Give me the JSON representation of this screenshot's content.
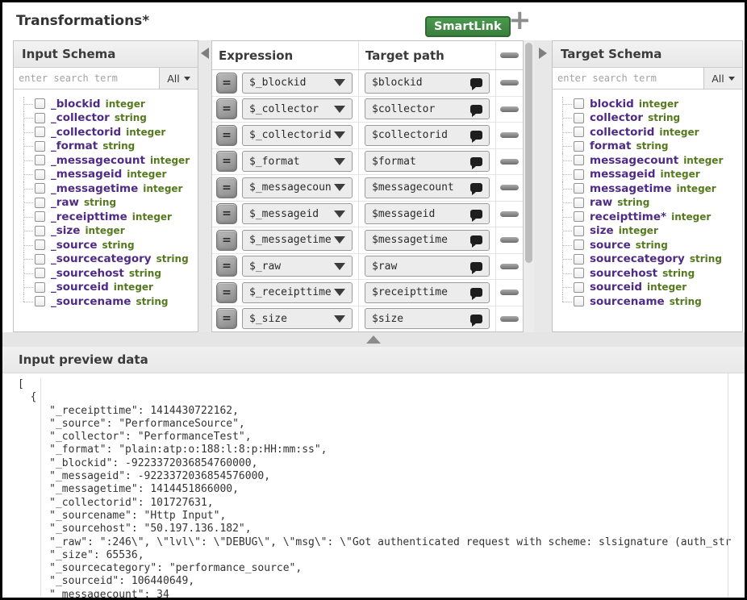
{
  "window": {
    "title": "Transformations*"
  },
  "toolbar": {
    "smartlink_label": "SmartLink",
    "add_label": "+"
  },
  "input_schema": {
    "title": "Input Schema",
    "search_placeholder": "enter search term",
    "filter_label": "All",
    "fields": [
      {
        "name": "_blockid",
        "type": "integer"
      },
      {
        "name": "_collector",
        "type": "string"
      },
      {
        "name": "_collectorid",
        "type": "integer"
      },
      {
        "name": "_format",
        "type": "string"
      },
      {
        "name": "_messagecount",
        "type": "integer"
      },
      {
        "name": "_messageid",
        "type": "integer"
      },
      {
        "name": "_messagetime",
        "type": "integer"
      },
      {
        "name": "_raw",
        "type": "string"
      },
      {
        "name": "_receipttime",
        "type": "integer"
      },
      {
        "name": "_size",
        "type": "integer"
      },
      {
        "name": "_source",
        "type": "string"
      },
      {
        "name": "_sourcecategory",
        "type": "string"
      },
      {
        "name": "_sourcehost",
        "type": "string"
      },
      {
        "name": "_sourceid",
        "type": "integer"
      },
      {
        "name": "_sourcename",
        "type": "string"
      }
    ]
  },
  "mapping": {
    "expression_header": "Expression",
    "target_header": "Target path",
    "equals_label": "=",
    "rows": [
      {
        "expression": "$_blockid",
        "target": "$blockid"
      },
      {
        "expression": "$_collector",
        "target": "$collector"
      },
      {
        "expression": "$_collectorid",
        "target": "$collectorid"
      },
      {
        "expression": "$_format",
        "target": "$format"
      },
      {
        "expression": "$_messagecount",
        "target": "$messagecount"
      },
      {
        "expression": "$_messageid",
        "target": "$messageid"
      },
      {
        "expression": "$_messagetime",
        "target": "$messagetime"
      },
      {
        "expression": "$_raw",
        "target": "$raw"
      },
      {
        "expression": "$_receipttime",
        "target": "$receipttime"
      },
      {
        "expression": "$_size",
        "target": "$size"
      }
    ]
  },
  "target_schema": {
    "title": "Target Schema",
    "search_placeholder": "enter search term",
    "filter_label": "All",
    "fields": [
      {
        "name": "blockid",
        "type": "integer"
      },
      {
        "name": "collector",
        "type": "string"
      },
      {
        "name": "collectorid",
        "type": "integer"
      },
      {
        "name": "format",
        "type": "string"
      },
      {
        "name": "messagecount",
        "type": "integer"
      },
      {
        "name": "messageid",
        "type": "integer"
      },
      {
        "name": "messagetime",
        "type": "integer"
      },
      {
        "name": "raw",
        "type": "string"
      },
      {
        "name": "receipttime*",
        "type": "integer"
      },
      {
        "name": "size",
        "type": "integer"
      },
      {
        "name": "source",
        "type": "string"
      },
      {
        "name": "sourcecategory",
        "type": "string"
      },
      {
        "name": "sourcehost",
        "type": "string"
      },
      {
        "name": "sourceid",
        "type": "integer"
      },
      {
        "name": "sourcename",
        "type": "string"
      }
    ]
  },
  "preview": {
    "title": "Input preview data",
    "lines": [
      "[",
      "  {",
      "     \"_receipttime\": 1414430722162,",
      "     \"_source\": \"PerformanceSource\",",
      "     \"_collector\": \"PerformanceTest\",",
      "     \"_format\": \"plain:atp:o:188:l:8:p:HH:mm:ss\",",
      "     \"_blockid\": -9223372036854760000,",
      "     \"_messageid\": -9223372036854576000,",
      "     \"_messagetime\": 1414451866000,",
      "     \"_collectorid\": 101727631,",
      "     \"_sourcename\": \"Http Input\",",
      "     \"_sourcehost\": \"50.197.136.182\",",
      "     \"_raw\": \":246\\\", \\\"lvl\\\": \\\"DEBUG\\\", \\\"msg\\\": \\\"Got authenticated request with scheme: slsignature (auth_str",
      "     \"_size\": 65536,",
      "     \"_sourcecategory\": \"performance_source\",",
      "     \"_sourceid\": 106440649,",
      "     \"_messagecount\": 34",
      "  }"
    ]
  },
  "colors": {
    "smartlink_green": "#3e8c42",
    "field_name_purple": "#4f2b86",
    "field_type_green": "#55791e"
  }
}
